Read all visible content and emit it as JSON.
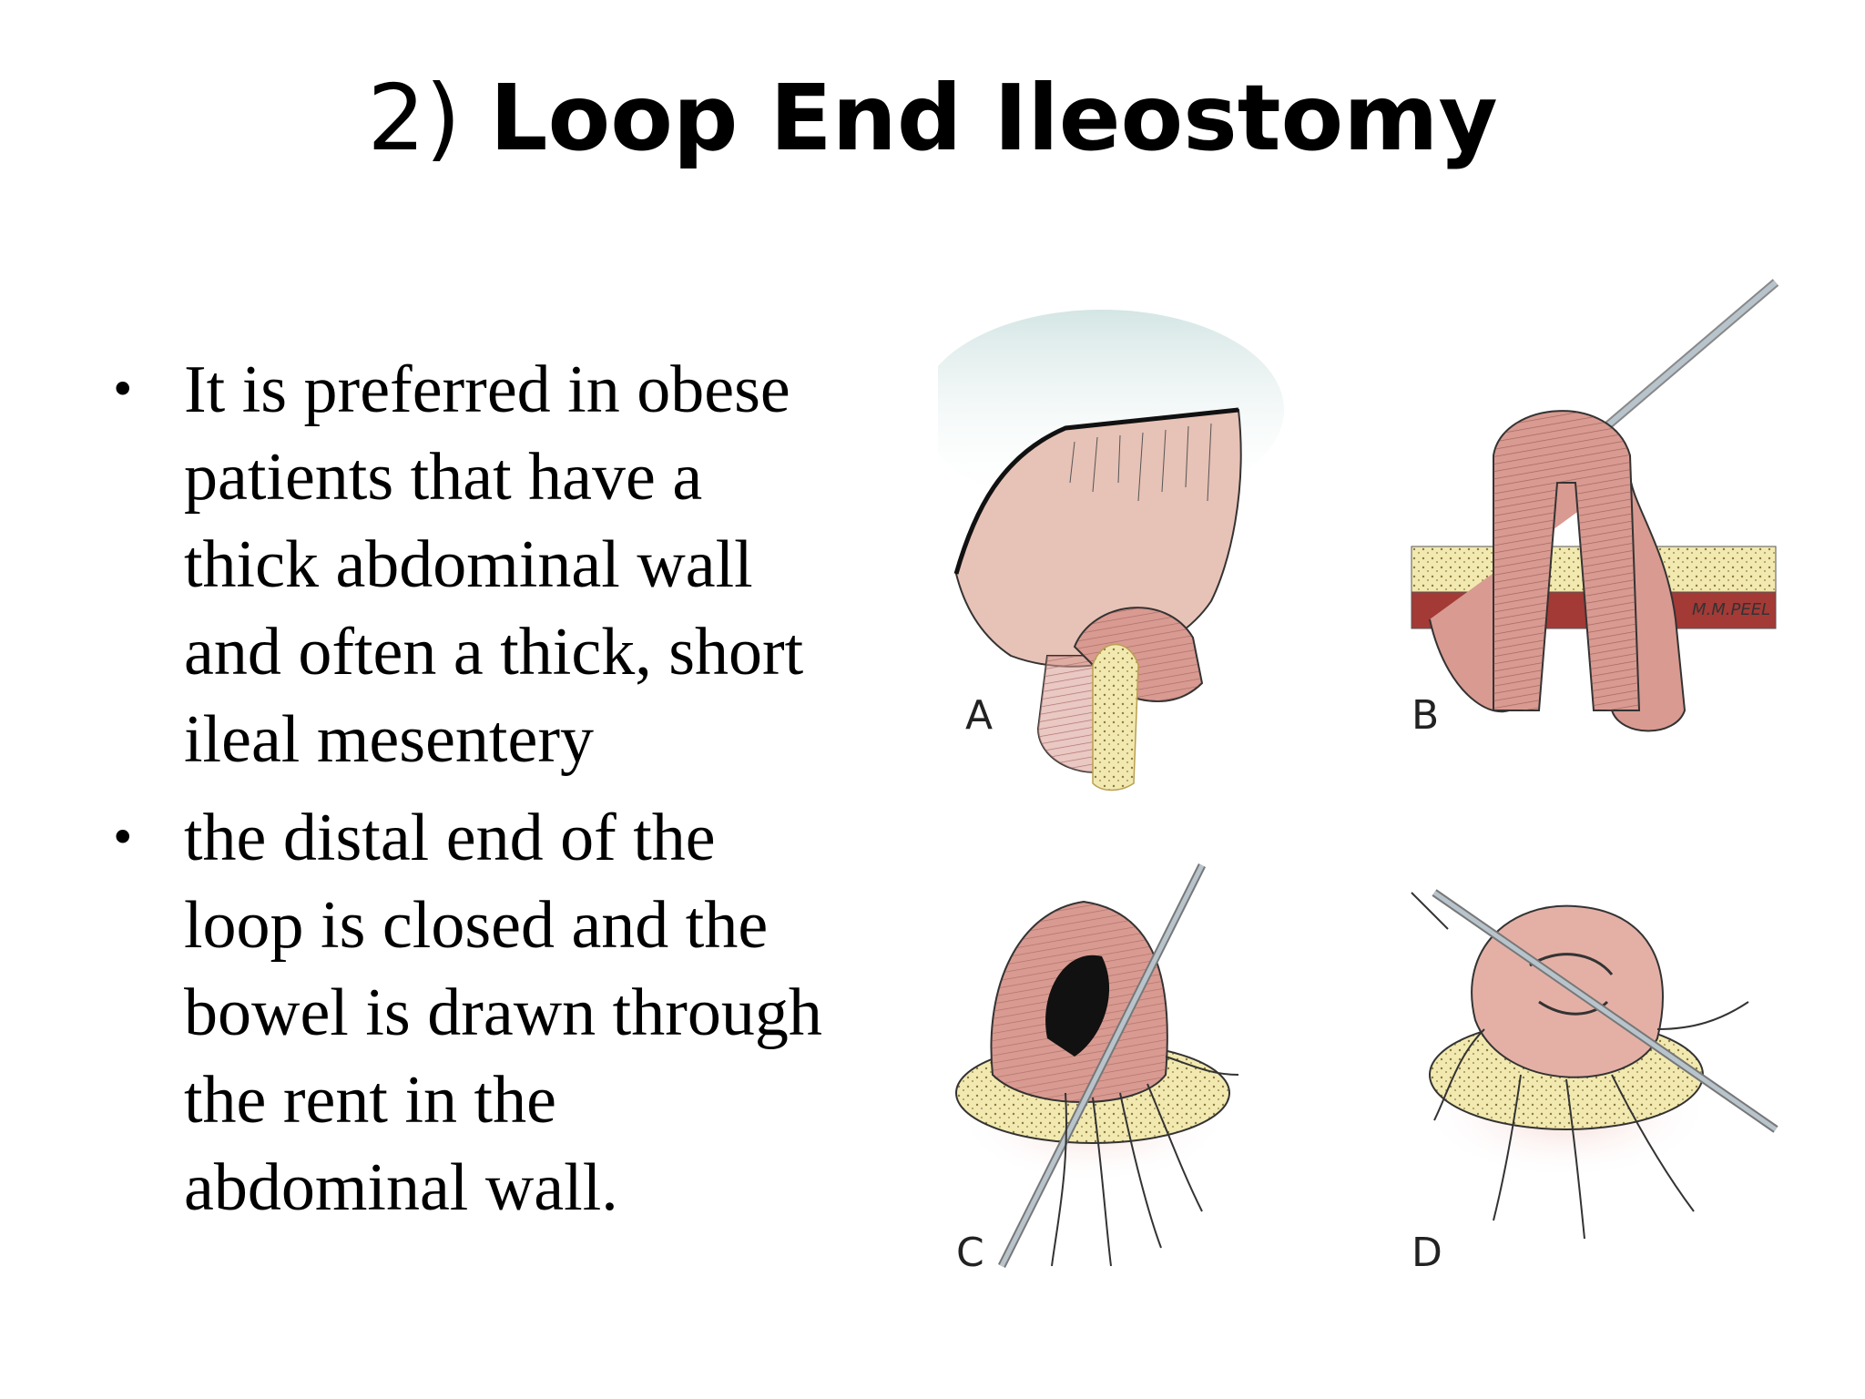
{
  "title": {
    "prefix": "2)",
    "main": "Loop End Ileostomy"
  },
  "bullets": [
    {
      "lines": [
        "It is preferred in obese",
        "patients that have a",
        "thick abdominal wall",
        "and often a thick, short",
        "ileal mesentery"
      ]
    },
    {
      "lines": [
        "the distal end of the",
        "loop is closed and the",
        "bowel is drawn through",
        "the rent in the",
        "abdominal wall."
      ]
    }
  ],
  "figure": {
    "panels": [
      {
        "label": "A"
      },
      {
        "label": "B",
        "signature": "M.M.PEEL"
      },
      {
        "label": "C"
      },
      {
        "label": "D"
      }
    ],
    "colors": {
      "bowel": "#d99a91",
      "bowel_dark": "#b9706a",
      "fat": "#f2e9b0",
      "muscle": "#a33a36",
      "skin": "#e7c2b6",
      "instrument": "#b8c4cc"
    }
  }
}
